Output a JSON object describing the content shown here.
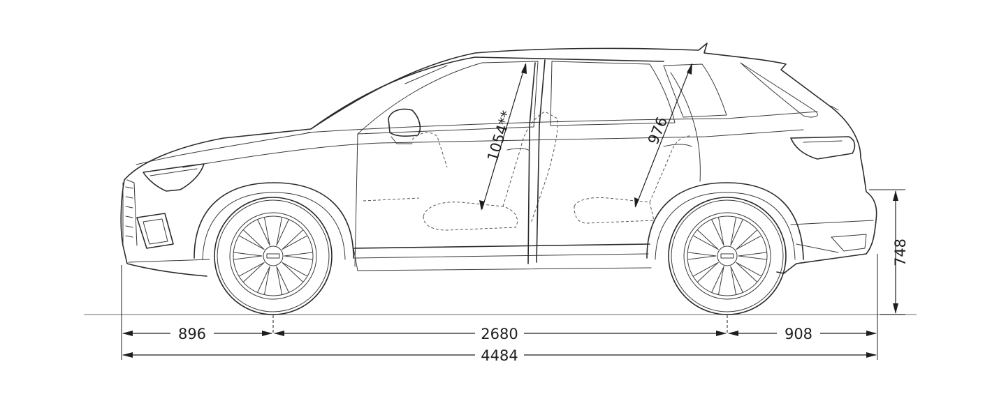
{
  "dimensions": {
    "front_overhang": "896",
    "wheelbase": "2680",
    "rear_overhang": "908",
    "overall_length": "4484",
    "ground_clearance": "748",
    "front_headroom": "1054**",
    "rear_headroom": "976"
  },
  "colors": {
    "line": "#2b2b2b",
    "ground": "#9a9a9a",
    "background": "#ffffff"
  }
}
